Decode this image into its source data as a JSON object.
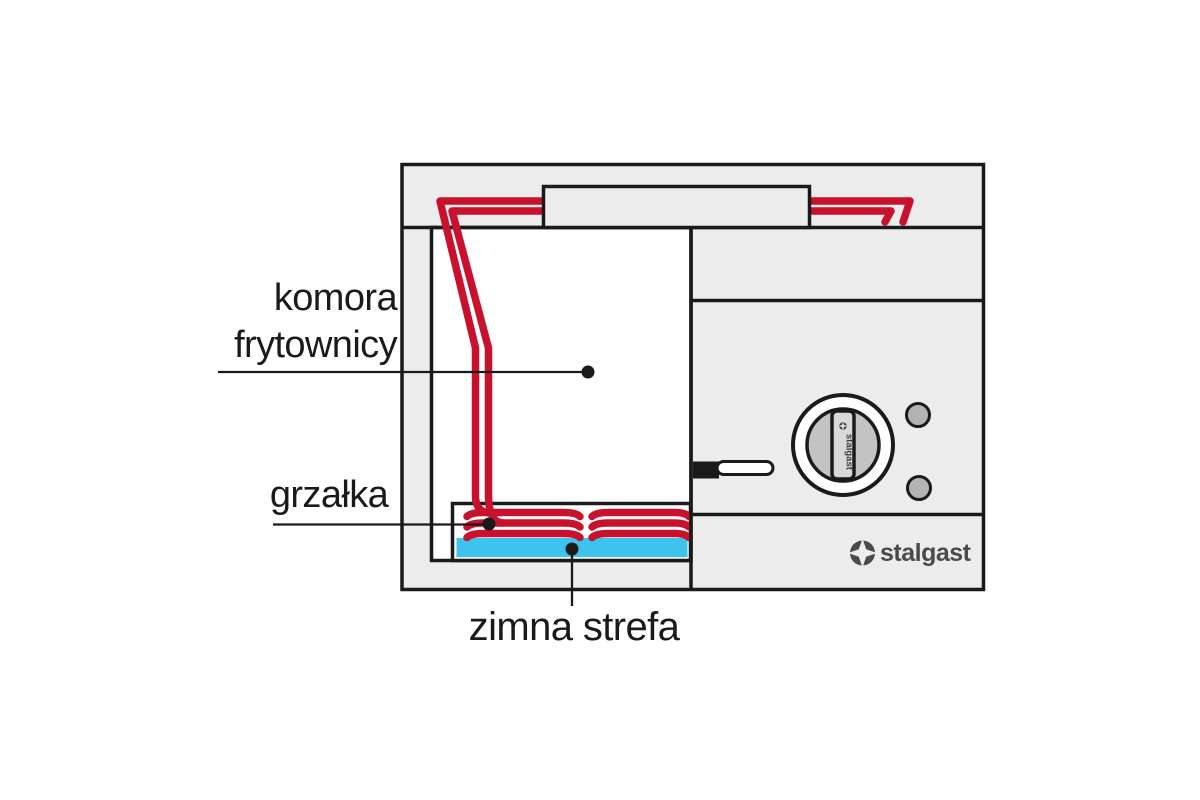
{
  "diagram": {
    "type": "fryer-cross-section",
    "labels": {
      "chamber_line1": "komora",
      "chamber_line2": "frytownicy",
      "heater": "grzałka",
      "cold_zone": "zimna strefa"
    },
    "brand": {
      "logo_text": "stalgast",
      "knob_text": "stalgast"
    },
    "colors": {
      "red": "#c9102c",
      "blue": "#3cc3ee",
      "body": "#ececec",
      "line": "#1a1a1a",
      "knob-inner": "#c3c3c3",
      "knob-handle": "#d9d9d9",
      "indicator": "#b3b3b3",
      "logo": "#4a4a4d"
    }
  }
}
